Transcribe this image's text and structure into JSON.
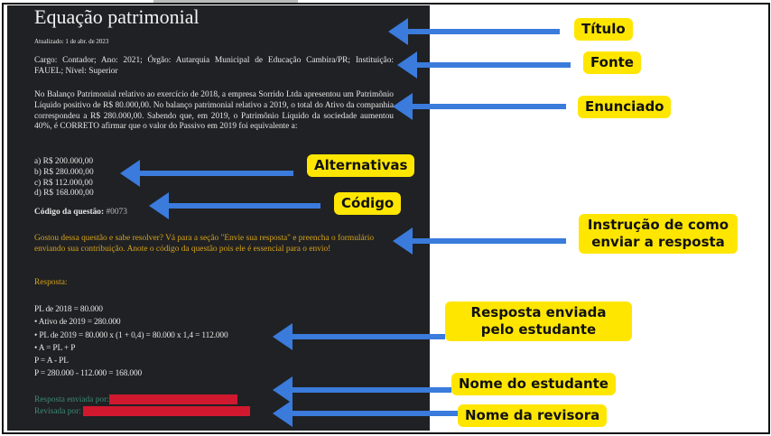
{
  "page": {
    "title": "Equação patrimonial",
    "updated": "Atualizado: 1 de abr. de 2023",
    "source": "Cargo: Contador; Ano: 2021; Órgão: Autarquia Municipal de Educação Cambira/PR; Instituição: FAUEL; Nível: Superior",
    "statement": "No Balanço Patrimonial relativo ao exercício de 2018, a empresa Sorrido Ltda apresentou um Patrimônio Líquido positivo de R$ 80.000,00. No balanço patrimonial relativo a 2019, o total do Ativo da companhia correspondeu a R$ 280.000,00. Sabendo que, em 2019, o Patrimônio Líquido da sociedade aumentou 40%, é CORRETO afirmar que o valor do Passivo em 2019 foi equivalente a:",
    "alternatives": [
      "a) R$ 200.000,00",
      "b) R$ 280.000,00",
      "c) R$ 112.000,00",
      "d) R$ 168.000,00"
    ],
    "code_label": "Código da questão:",
    "code_value": "#0073",
    "instruction": "Gostou dessa questão e sabe resolver? Vá para a seção \"Envie sua resposta\" e preencha o formulário enviando sua contribuição. Anote o código da questão pois ele é essencial para o envio!",
    "answer_label": "Resposta:",
    "solution": [
      "PL de 2018 = 80.000",
      "• Ativo de 2019 = 280.000",
      "• PL de 2019 = 80.000 x (1 + 0,4) = 80.000 x 1,4 = 112.000",
      "• A = PL + P",
      "P = A - PL",
      "P = 280.000 - 112.000 = 168.000"
    ],
    "sent_by_label": "Resposta enviada por:",
    "reviewed_by_label": "Revisada por:"
  },
  "annotations": {
    "titulo": "Título",
    "fonte": "Fonte",
    "enunciado": "Enunciado",
    "alternativas": "Alternativas",
    "codigo": "Código",
    "instrucao": "Instrução de como enviar a resposta",
    "resposta": "Resposta enviada pelo estudante",
    "estudante": "Nome do estudante",
    "revisora": "Nome da revisora"
  },
  "colors": {
    "arrow": "#3a7bdc",
    "label_bg": "#ffe600",
    "redaction": "#d0192e",
    "panel": "#202124"
  }
}
